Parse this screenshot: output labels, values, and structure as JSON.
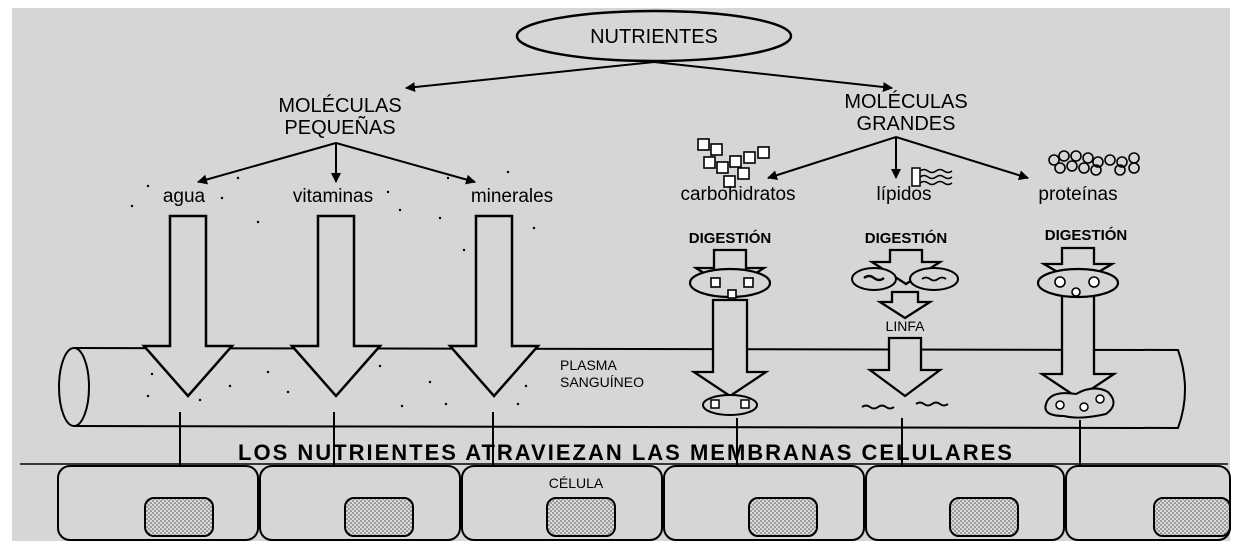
{
  "root": "NUTRIENTES",
  "small_molecules": {
    "label_line1": "MOLÉCULAS",
    "label_line2": "PEQUEÑAS",
    "items": [
      "agua",
      "vitaminas",
      "minerales"
    ]
  },
  "large_molecules": {
    "label_line1": "MOLÉCULAS",
    "label_line2": "GRANDES",
    "items": [
      "carbohidratos",
      "lípidos",
      "proteínas"
    ],
    "digestion": "DIGESTIÓN",
    "lymph": "LINFA"
  },
  "plasma_line1": "PLASMA",
  "plasma_line2": "SANGUÍNEO",
  "banner": "LOS NUTRIENTES ATRAVIEZAN LAS MEMBRANAS CELULARES",
  "cell": "CÉLULA",
  "colors": {
    "background": "#d6d6d6",
    "line": "#000000",
    "nucleus": "#bdbdbd"
  }
}
